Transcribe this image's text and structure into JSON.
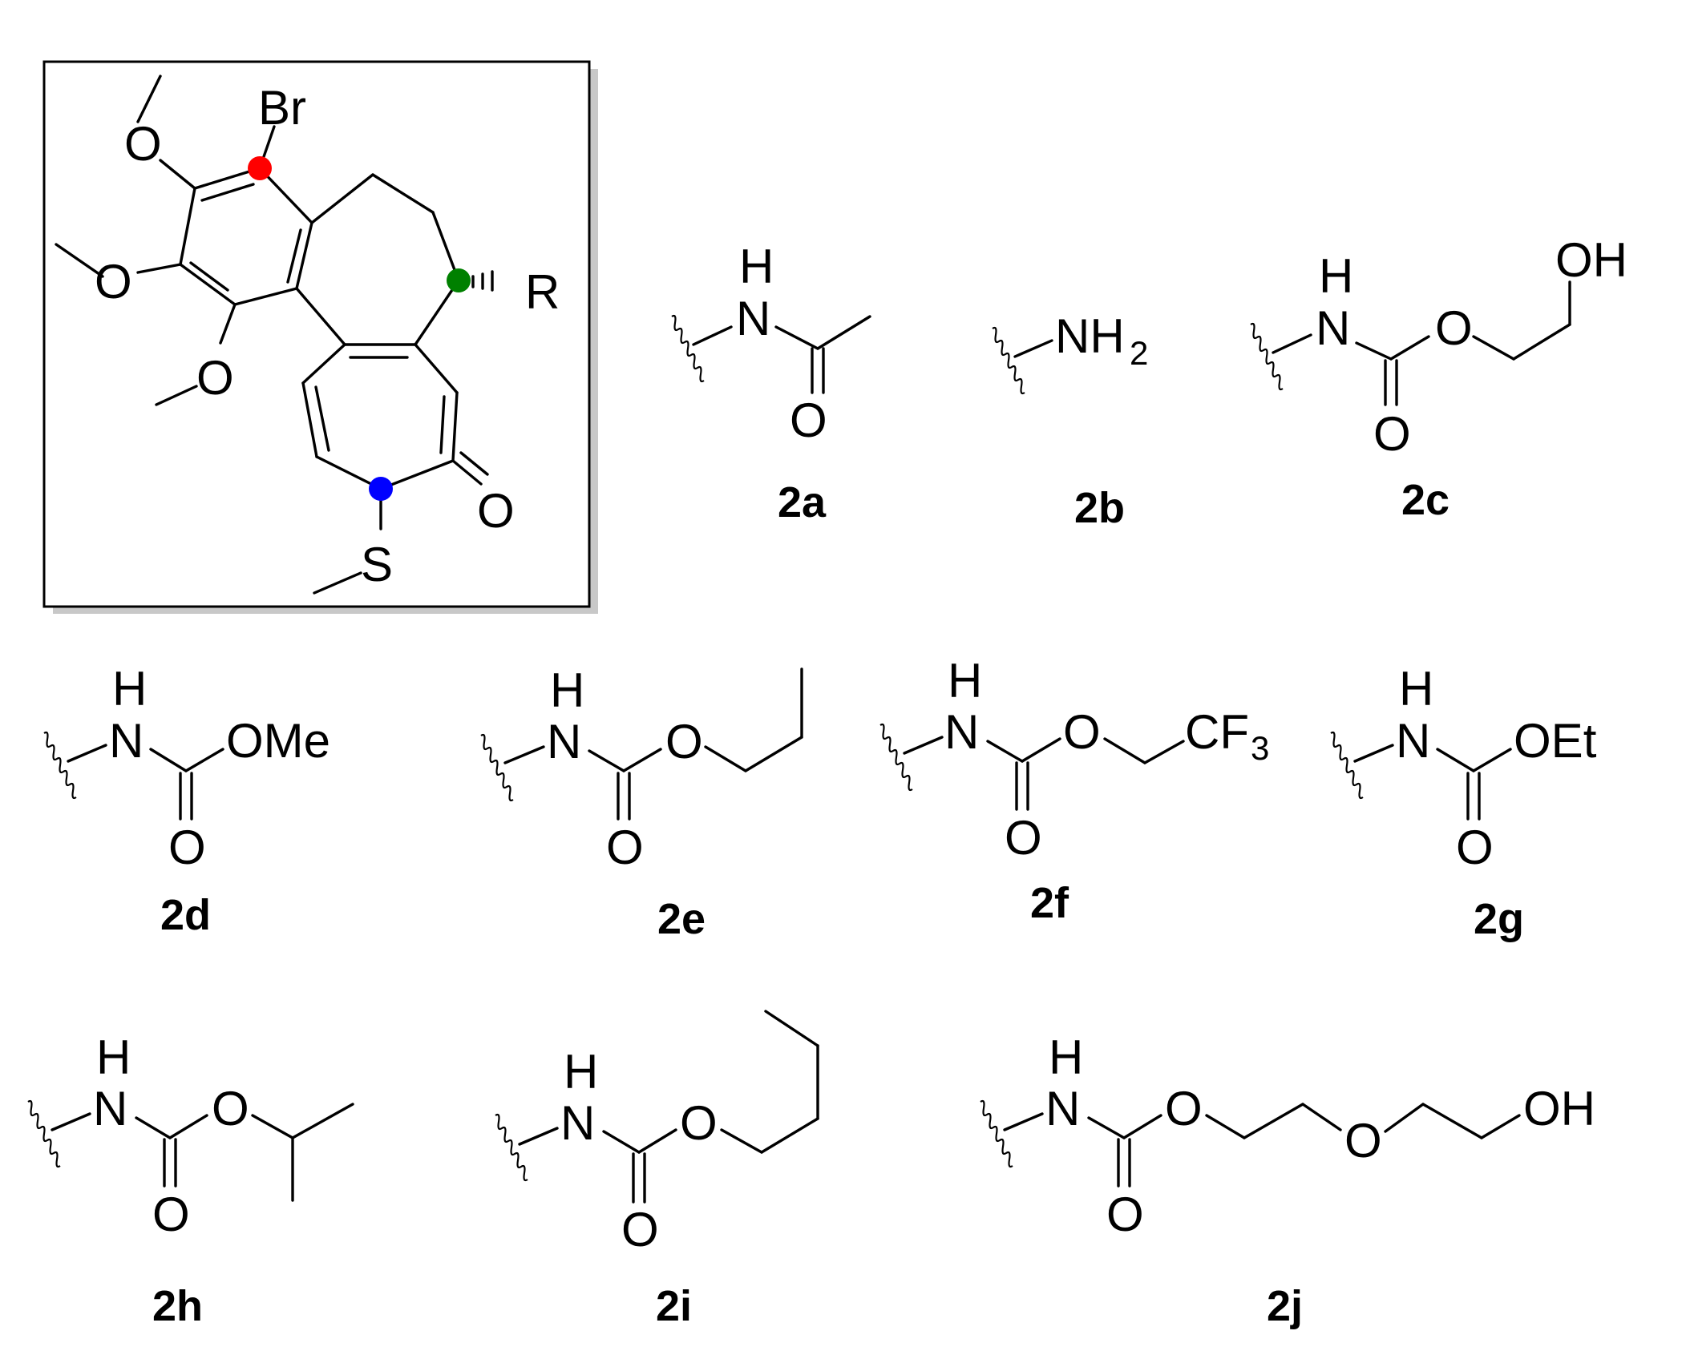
{
  "core": {
    "atoms": {
      "br": "Br",
      "o1": "O",
      "o2": "O",
      "o3": "O",
      "r": "R",
      "o_keto": "O",
      "s": "S"
    },
    "markers": {
      "red": "#ff0000",
      "green": "#008000",
      "blue": "#0000ff"
    }
  },
  "substituents": [
    {
      "label": "2a",
      "h": "H",
      "n": "N",
      "o": "O"
    },
    {
      "label": "2b",
      "nh": "NH",
      "sub": "2"
    },
    {
      "label": "2c",
      "h": "H",
      "n": "N",
      "o_carbonyl": "O",
      "o_ester": "O",
      "oh": "OH"
    },
    {
      "label": "2d",
      "h": "H",
      "n": "N",
      "o_carbonyl": "O",
      "tail": "OMe"
    },
    {
      "label": "2e",
      "h": "H",
      "n": "N",
      "o_carbonyl": "O",
      "o_ester": "O"
    },
    {
      "label": "2f",
      "h": "H",
      "n": "N",
      "o_carbonyl": "O",
      "o_ester": "O",
      "cf": "CF",
      "sub": "3"
    },
    {
      "label": "2g",
      "h": "H",
      "n": "N",
      "o_carbonyl": "O",
      "tail": "OEt"
    },
    {
      "label": "2h",
      "h": "H",
      "n": "N",
      "o_carbonyl": "O",
      "o_ester": "O"
    },
    {
      "label": "2i",
      "h": "H",
      "n": "N",
      "o_carbonyl": "O",
      "o_ester": "O"
    },
    {
      "label": "2j",
      "h": "H",
      "n": "N",
      "o_carbonyl": "O",
      "o_ester": "O",
      "o_ether": "O",
      "oh": "OH"
    }
  ]
}
